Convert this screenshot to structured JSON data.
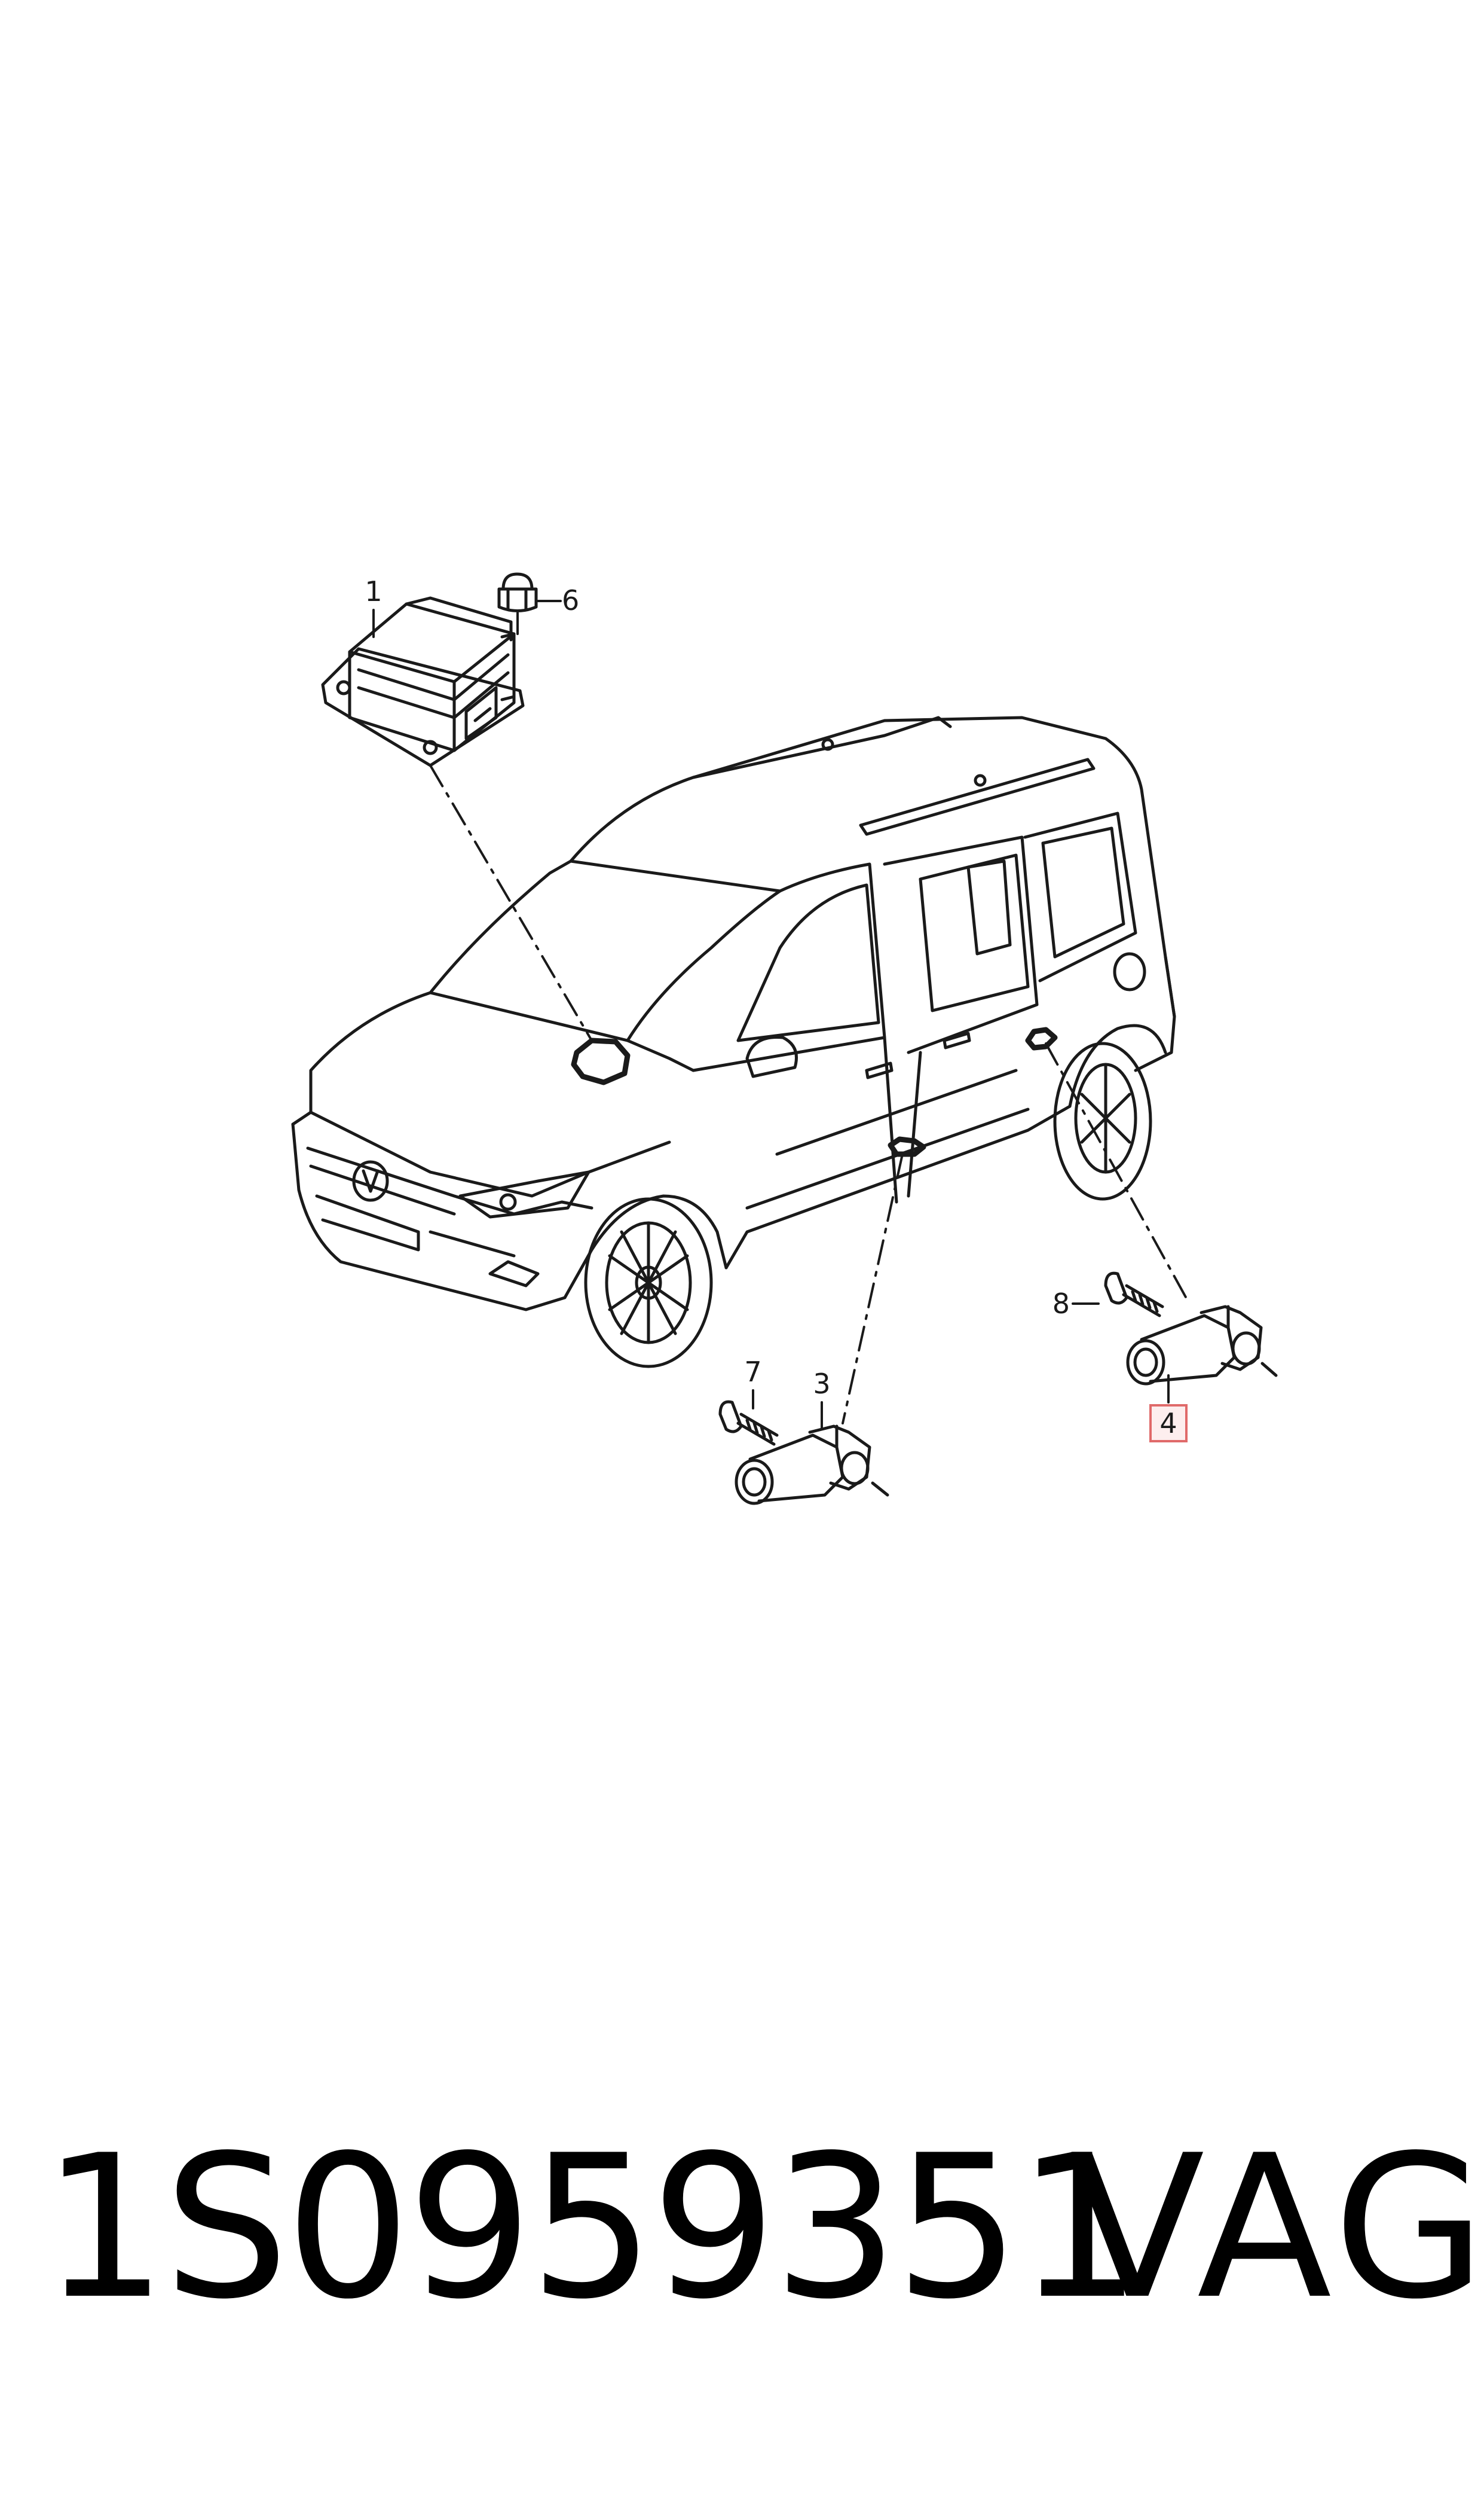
{
  "callouts": [
    {
      "id": "1",
      "label": "1",
      "highlighted": false
    },
    {
      "id": "6",
      "label": "6",
      "highlighted": false
    },
    {
      "id": "8",
      "label": "8",
      "highlighted": false
    },
    {
      "id": "7",
      "label": "7",
      "highlighted": false
    },
    {
      "id": "3",
      "label": "3",
      "highlighted": false
    },
    {
      "id": "4",
      "label": "4",
      "highlighted": true
    }
  ],
  "footer": {
    "part_number": "1S0959351",
    "brand": "VAG"
  },
  "colors": {
    "line": "#1a1a1a",
    "highlight_border": "#e06a6a",
    "highlight_fill": "#fdeeee",
    "background": "#ffffff"
  }
}
